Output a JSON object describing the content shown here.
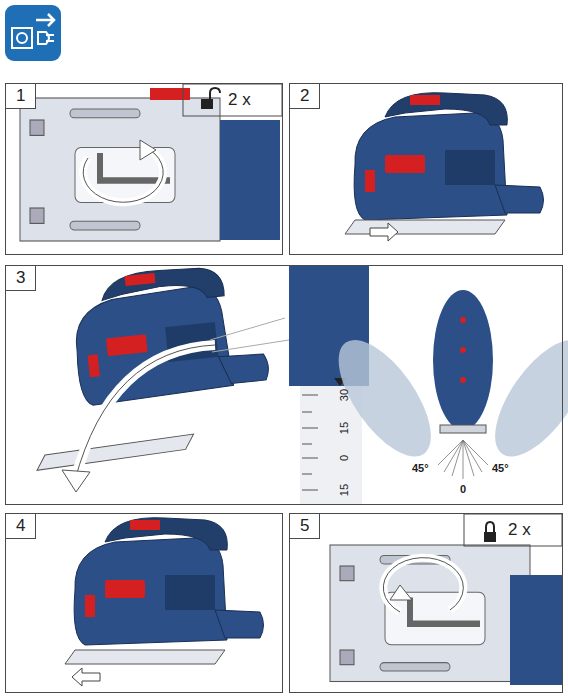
{
  "diagram": {
    "nodes": [
      {
        "text": [
          "1"
        ]
      },
      {
        "text": [
          "2"
        ]
      },
      {
        "text": [
          "3"
        ]
      },
      {
        "text": [
          "4"
        ]
      },
      {
        "text": [
          "5"
        ]
      }
    ],
    "labels": [
      "2 x",
      "30",
      "15",
      "0",
      "15",
      "45°",
      "0",
      "45°",
      "2 x"
    ]
  }
}
